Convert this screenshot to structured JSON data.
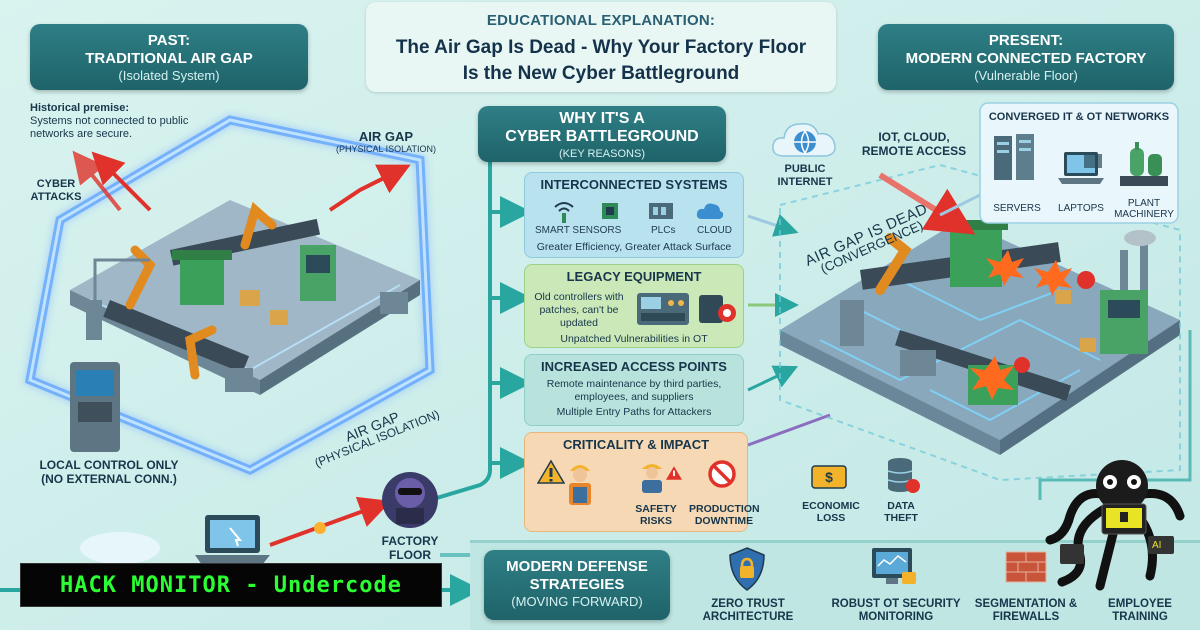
{
  "header": {
    "eyebrow": "EDUCATIONAL EXPLANATION:",
    "title": "The Air Gap Is Dead - Why Your Factory Floor Is the New Cyber Battleground"
  },
  "past": {
    "line1": "PAST:",
    "line2": "TRADITIONAL AIR GAP",
    "line3": "(Isolated System)",
    "premise_title": "Historical premise:",
    "premise_text": "Systems not connected to public networks are secure.",
    "cyber_attacks": "CYBER ATTACKS",
    "air_gap_top": "AIR GAP",
    "air_gap_top_sub": "(PHYSICAL ISOLATION)",
    "air_gap_bottom": "AIR GAP",
    "air_gap_bottom_sub": "(PHYSICAL ISOLATION)",
    "local_control": "LOCAL CONTROL ONLY",
    "local_control_sub": "(NO EXTERNAL CONN.)"
  },
  "center": {
    "line1": "WHY IT'S A",
    "line2": "CYBER BATTLEGROUND",
    "line3": "(KEY REASONS)",
    "cards": [
      {
        "title": "INTERCONNECTED SYSTEMS",
        "items": [
          "SMART SENSORS",
          "PLCs",
          "CLOUD"
        ],
        "caption": "Greater Efficiency, Greater Attack Surface"
      },
      {
        "title": "LEGACY EQUIPMENT",
        "text": "Old controllers with patches, can't be updated",
        "caption": "Unpatched Vulnerabilities in OT"
      },
      {
        "title": "INCREASED ACCESS POINTS",
        "text": "Remote maintenance by third parties, employees, and suppliers",
        "caption": "Multiple Entry Paths for Attackers"
      },
      {
        "title": "CRITICALITY & IMPACT",
        "items": [
          "SAFETY RISKS",
          "PRODUCTION DOWNTIME",
          "ECONOMIC LOSS",
          "DATA THEFT"
        ]
      }
    ]
  },
  "present": {
    "line1": "PRESENT:",
    "line2": "MODERN CONNECTED FACTORY",
    "line3": "(Vulnerable Floor)",
    "public_internet": "PUBLIC INTERNET",
    "iot": "IOT, CLOUD, REMOTE ACCESS",
    "converged_title": "CONVERGED IT & OT NETWORKS",
    "converged_items": [
      "SERVERS",
      "LAPTOPS",
      "PLANT MACHINERY"
    ],
    "air_gap_dead": "AIR GAP IS DEAD",
    "convergence": "(CONVERGENCE)"
  },
  "bottom": {
    "factory_floor": "FACTORY FLOOR",
    "defense_line1": "MODERN DEFENSE",
    "defense_line2": "STRATEGIES",
    "defense_line3": "(MOVING FORWARD)",
    "strategies": [
      "ZERO TRUST ARCHITECTURE",
      "ROBUST OT SECURITY MONITORING",
      "SEGMENTATION & FIREWALLS",
      "EMPLOYEE TRAINING"
    ]
  },
  "banner": {
    "text": "HACK MONITOR - Undercode"
  },
  "colors": {
    "teal": "#1e6369",
    "blue_card": "#b9e2ef",
    "green_card": "#cbe9b8",
    "teal_card": "#b8e3dc",
    "orange_card": "#f6d9b4",
    "glow": "#2f8cff",
    "red": "#e0322a",
    "terminal_green": "#2bff32"
  },
  "icons": [
    "wifi-icon",
    "chip-icon",
    "plc-icon",
    "cloud-icon",
    "globe-cloud-icon",
    "server-icon",
    "laptop-icon",
    "machinery-icon",
    "hacker-icon",
    "warning-icon",
    "no-entry-icon",
    "money-icon",
    "database-icon",
    "shield-lock-icon",
    "monitor-lock-icon",
    "firewall-icon",
    "octopus-hacker-icon"
  ]
}
